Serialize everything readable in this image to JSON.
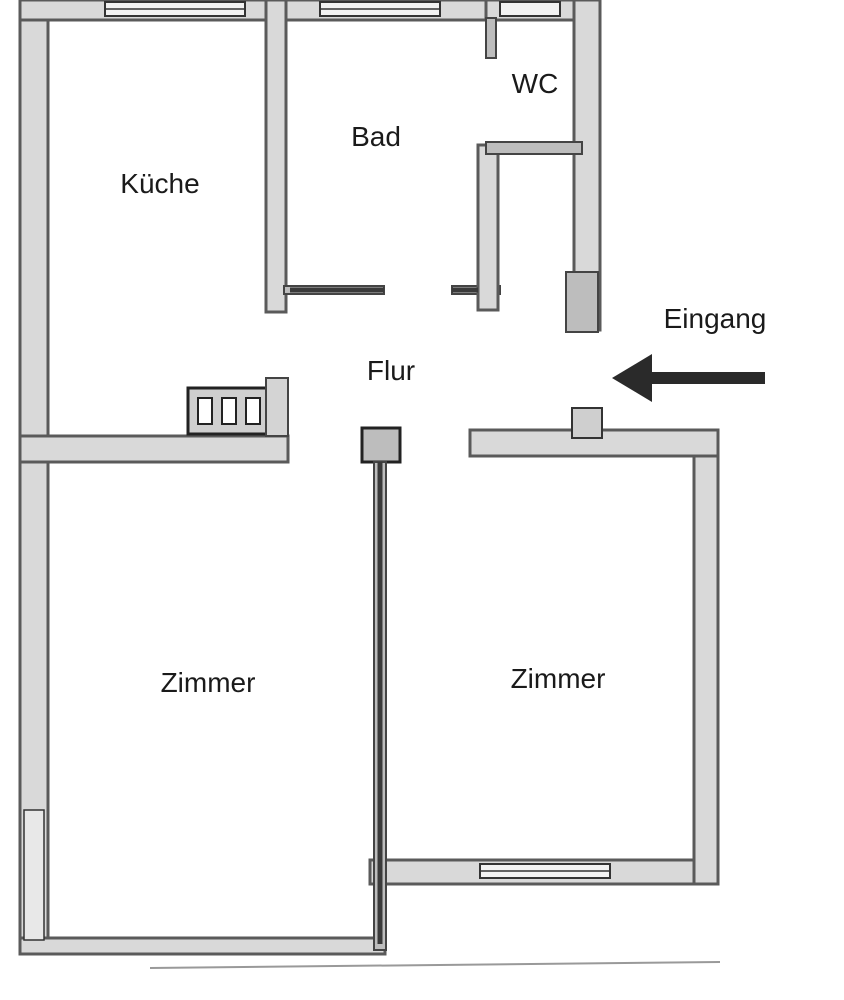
{
  "rooms": {
    "kitchen": "Küche",
    "bath": "Bad",
    "wc": "WC",
    "hallway": "Flur",
    "room_left": "Zimmer",
    "room_right": "Zimmer"
  },
  "entrance": {
    "label": "Eingang",
    "arrow_icon": "arrow-left-icon"
  }
}
